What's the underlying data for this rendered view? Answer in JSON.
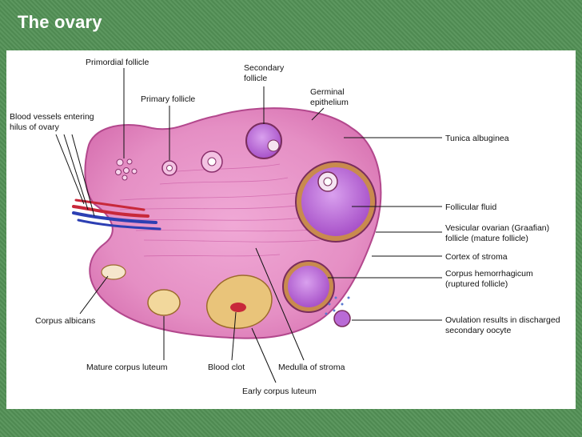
{
  "slide": {
    "title": "The ovary"
  },
  "diagram": {
    "labels": {
      "primordial_follicle": "Primordial follicle",
      "primary_follicle": "Primary follicle",
      "secondary_follicle_1": "Secondary",
      "secondary_follicle_2": "follicle",
      "germinal_1": "Germinal",
      "germinal_2": "epithelium",
      "blood_vessels_1": "Blood vessels entering",
      "blood_vessels_2": "hilus of ovary",
      "tunica_albuginea": "Tunica albuginea",
      "follicular_fluid": "Follicular fluid",
      "vesicular_1": "Vesicular ovarian (Graafian)",
      "vesicular_2": "follicle (mature follicle)",
      "cortex": "Cortex of stroma",
      "corpus_hem_1": "Corpus hemorrhagicum",
      "corpus_hem_2": "(ruptured follicle)",
      "ovulation_1": "Ovulation results in discharged",
      "ovulation_2": "secondary oocyte",
      "corpus_albicans": "Corpus albicans",
      "mature_corpus_luteum": "Mature corpus luteum",
      "blood_clot": "Blood clot",
      "medulla": "Medulla of stroma",
      "early_corpus_luteum": "Early corpus luteum"
    },
    "colors": {
      "tissue": "#e58fc4",
      "tissue_edge": "#b3488d",
      "follicle_fluid": "#b96ad6",
      "vessel_red": "#c8283a",
      "vessel_blue": "#2c3fb3"
    }
  }
}
